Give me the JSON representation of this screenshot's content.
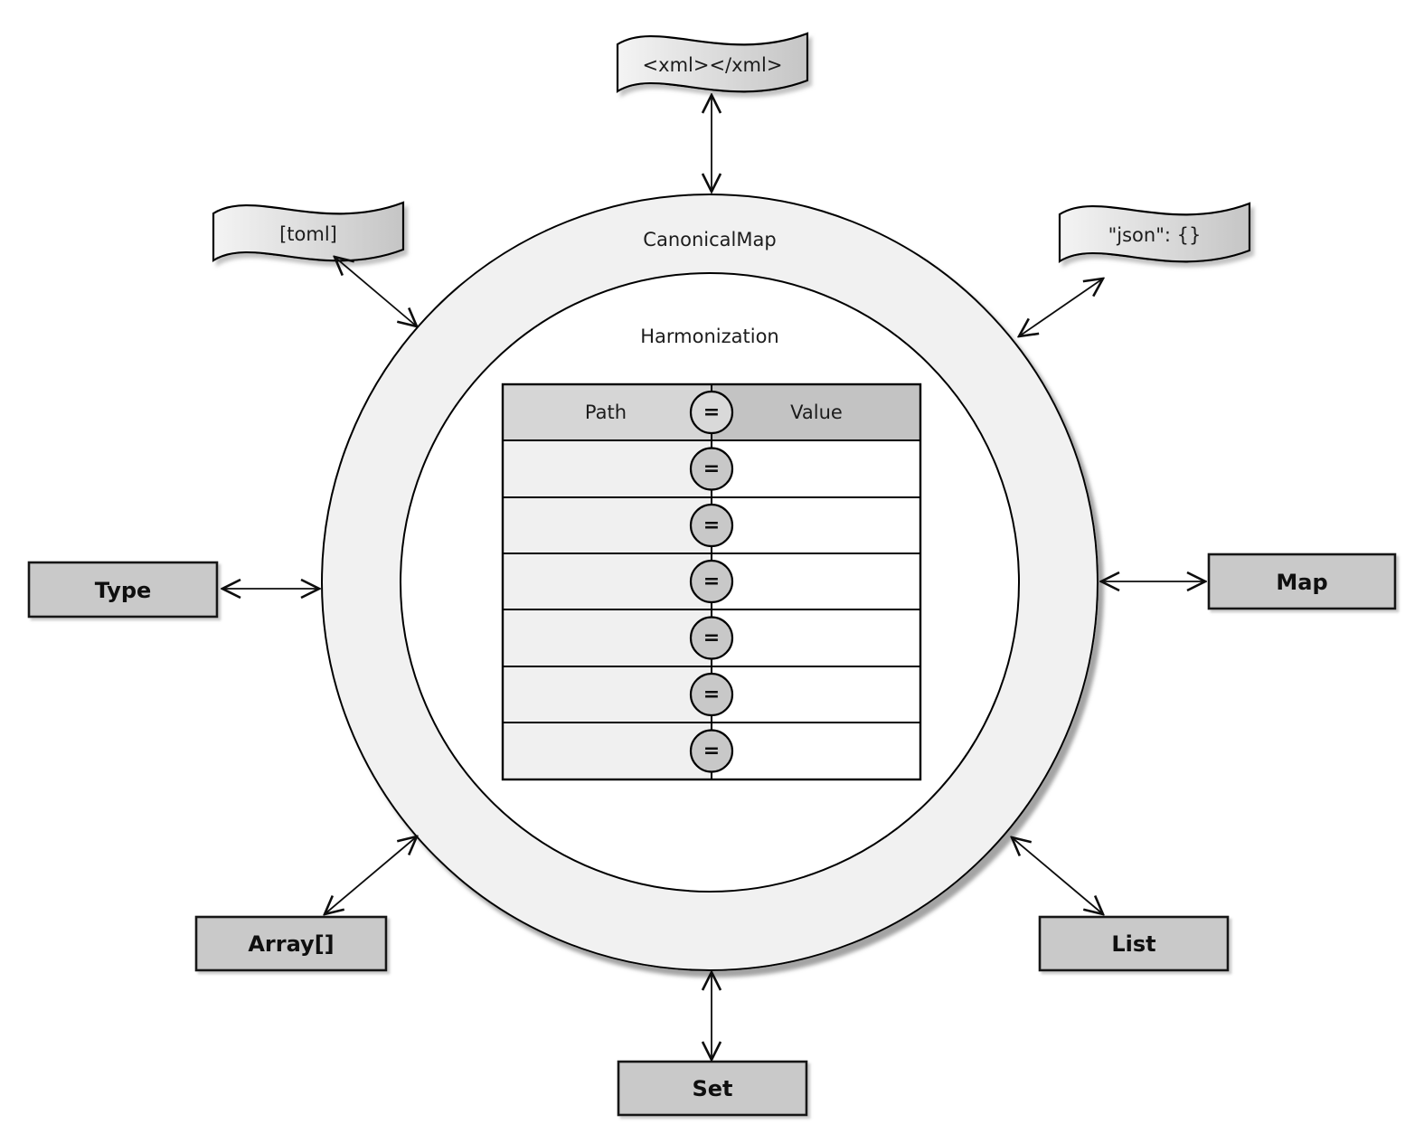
{
  "ring": {
    "outer_label": "CanonicalMap",
    "inner_label": "Harmonization"
  },
  "table": {
    "header": {
      "path": "Path",
      "value": "Value"
    },
    "eq_symbol": "=",
    "data_row_count": 6,
    "rows": [
      {
        "path": "",
        "value": ""
      },
      {
        "path": "",
        "value": ""
      },
      {
        "path": "",
        "value": ""
      },
      {
        "path": "",
        "value": ""
      },
      {
        "path": "",
        "value": ""
      },
      {
        "path": "",
        "value": ""
      }
    ]
  },
  "flags": {
    "xml": {
      "label": "<xml></xml>"
    },
    "toml": {
      "label": "[toml]"
    },
    "json": {
      "label": "\"json\": {}"
    }
  },
  "nodes": {
    "type": {
      "label": "Type"
    },
    "map": {
      "label": "Map"
    },
    "array": {
      "label": "Array[]"
    },
    "list": {
      "label": "List"
    },
    "set": {
      "label": "Set"
    }
  },
  "colors": {
    "ring_fill": "#f1f1f1",
    "inner_fill": "#ffffff",
    "outline": "#000000",
    "shadow": "#9a9a9a",
    "box_fill": "#c9c9c9",
    "header_left_fill": "#d6d6d6",
    "header_right_fill": "#c3c3c3",
    "row_left_fill": "#f0f0f0",
    "row_right_fill": "#ffffff",
    "eq_header_fill": "#d9d9d9",
    "eq_row_fill": "#c8c8c8",
    "flag_gradient_start": "#f4f4f4",
    "flag_gradient_end": "#c5c5c5"
  }
}
